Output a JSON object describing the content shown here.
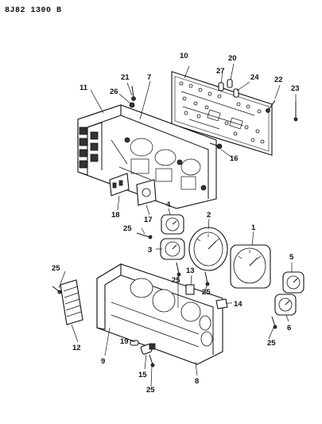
{
  "diagram": {
    "code": "8J82 1300 B"
  },
  "callouts": {
    "c1": "1",
    "c2": "2",
    "c3": "3",
    "c4": "4",
    "c5": "5",
    "c6": "6",
    "c7": "7",
    "c8": "8",
    "c9": "9",
    "c10": "10",
    "c11": "11",
    "c12": "12",
    "c13": "13",
    "c14": "14",
    "c15": "15",
    "c16": "16",
    "c17": "17",
    "c18": "18",
    "c19": "19",
    "c20": "20",
    "c21": "21",
    "c22": "22",
    "c23": "23",
    "c24": "24",
    "c25": "25",
    "c26": "26",
    "c27": "27"
  }
}
